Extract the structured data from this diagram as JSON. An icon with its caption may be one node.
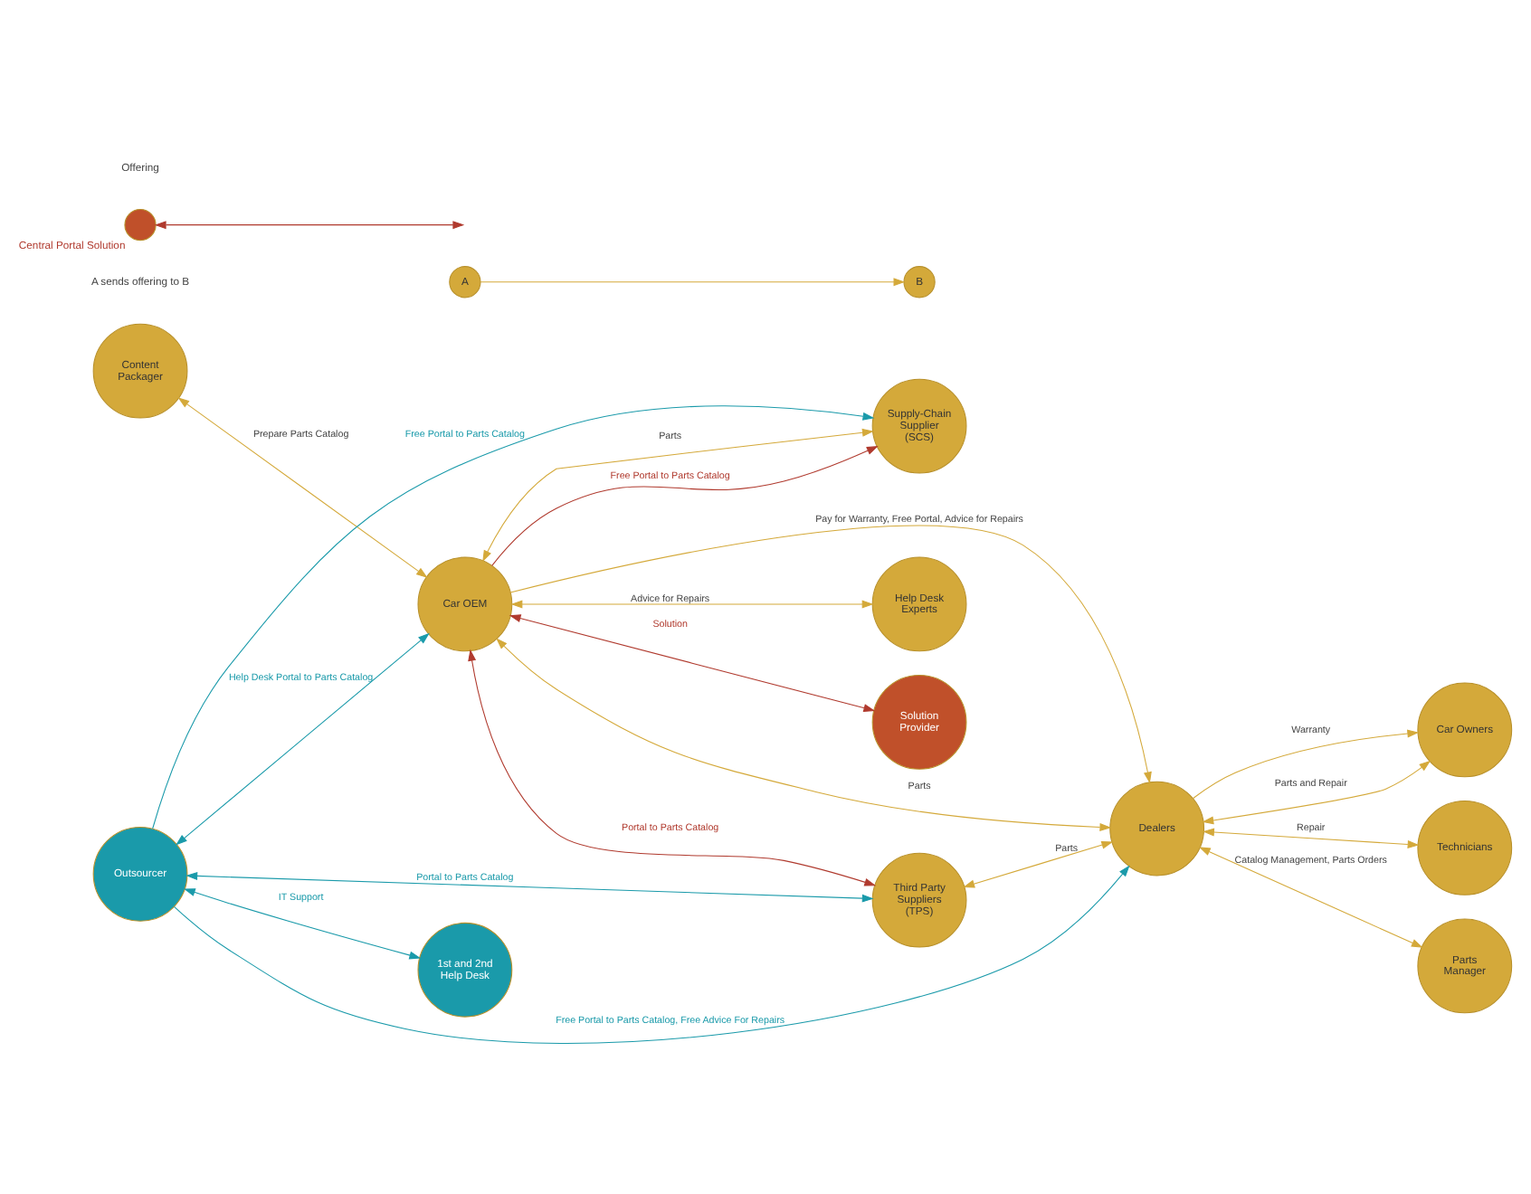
{
  "diagram": {
    "nodes": [
      {
        "text": [
          "Content Packager"
        ]
      },
      {
        "text": [
          "Supply-Chain Supplier (SCS)"
        ]
      },
      {
        "text": [
          "Car OEM"
        ]
      },
      {
        "text": [
          "Dealers"
        ]
      },
      {
        "text": [
          "Car Owners"
        ]
      },
      {
        "text": [
          "Help Desk Experts"
        ]
      },
      {
        "text": [
          "Technicians"
        ]
      },
      {
        "text": [
          "Solution Provider"
        ]
      },
      {
        "text": [
          "Third Party Suppliers (TPS)"
        ]
      },
      {
        "text": [
          "Parts Manager"
        ]
      },
      {
        "text": [
          "Outsourcer"
        ]
      },
      {
        "text": [
          "1st and 2nd Help Desk"
        ]
      },
      {
        "text": [
          "A"
        ]
      },
      {
        "text": [
          "B"
        ]
      },
      {
        "text": [],
        "shape": "circle",
        "beside": [
          "Central Portal Solution"
        ]
      }
    ],
    "edges": [
      {
        "from": 0,
        "to": 2,
        "arrow": "both",
        "label": "Prepare Parts Catalog"
      },
      {
        "from": 2,
        "to": 1,
        "arrow": "both",
        "label": "Parts"
      },
      {
        "from": 2,
        "to": 1,
        "arrow": "to",
        "label": "Free Portal to Parts Catalog",
        "color": "#b03a2e"
      },
      {
        "from": 2,
        "to": 5,
        "arrow": "both",
        "label": "Advice for Repairs"
      },
      {
        "from": 2,
        "to": 3,
        "arrow": "to",
        "label": "Pay for Warranty, Free Portal, Advice for Repairs"
      },
      {
        "from": 3,
        "to": 2,
        "arrow": "both",
        "label": "Parts"
      },
      {
        "from": 2,
        "to": 7,
        "arrow": "both",
        "label": "Solution",
        "color": "#b03a2e"
      },
      {
        "from": 2,
        "to": 8,
        "arrow": "both",
        "label": "Portal to Parts Catalog",
        "color": "#b03a2e"
      },
      {
        "from": 8,
        "to": 3,
        "arrow": "both",
        "label": "Parts"
      },
      {
        "from": 3,
        "to": 4,
        "arrow": "to",
        "label": "Warranty"
      },
      {
        "from": 3,
        "to": 4,
        "arrow": "both",
        "label": "Parts and Repair"
      },
      {
        "from": 3,
        "to": 6,
        "arrow": "both",
        "label": "Repair"
      },
      {
        "from": 3,
        "to": 9,
        "arrow": "both",
        "label": "Catalog Management, Parts Orders"
      },
      {
        "from": 10,
        "to": 1,
        "arrow": "to",
        "label": "Free Portal to Parts Catalog",
        "color": "#1a9aaa"
      },
      {
        "from": 10,
        "to": 2,
        "arrow": "both",
        "label": "Help Desk Portal to Parts Catalog",
        "color": "#1a9aaa"
      },
      {
        "from": 10,
        "to": 8,
        "arrow": "both",
        "label": "Portal to Parts Catalog",
        "color": "#1a9aaa"
      },
      {
        "from": 10,
        "to": 3,
        "arrow": "to",
        "label": "Free Portal to Parts Catalog, Free Advice For Repairs",
        "color": "#1a9aaa"
      },
      {
        "from": 10,
        "to": 11,
        "arrow": "both",
        "label": "IT Support",
        "color": "#1a9aaa"
      },
      {
        "from": 12,
        "to": 13,
        "arrow": "to"
      },
      {
        "from": 14,
        "to": null,
        "arrow": "both",
        "color": "#b03a2e"
      }
    ],
    "labels": [
      "Offering",
      "A sends offering to B"
    ]
  }
}
